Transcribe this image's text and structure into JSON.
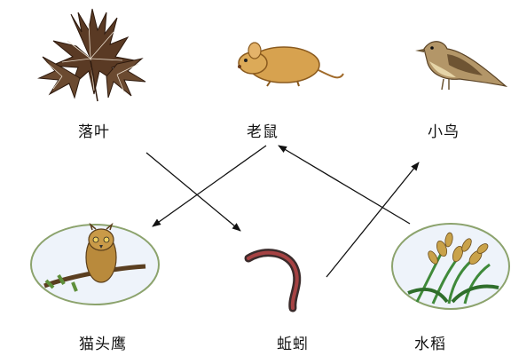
{
  "organisms": {
    "fallen_leaves": "落叶",
    "mouse": "老鼠",
    "small_bird": "小鸟",
    "owl": "猫头鹰",
    "earthworm": "蚯蚓",
    "rice": "水稻"
  },
  "arrows": [
    {
      "from": "fallen_leaves",
      "to": "earthworm"
    },
    {
      "from": "mouse",
      "to": "owl"
    },
    {
      "from": "earthworm",
      "to": "small_bird"
    },
    {
      "from": "rice",
      "to": "mouse"
    }
  ]
}
